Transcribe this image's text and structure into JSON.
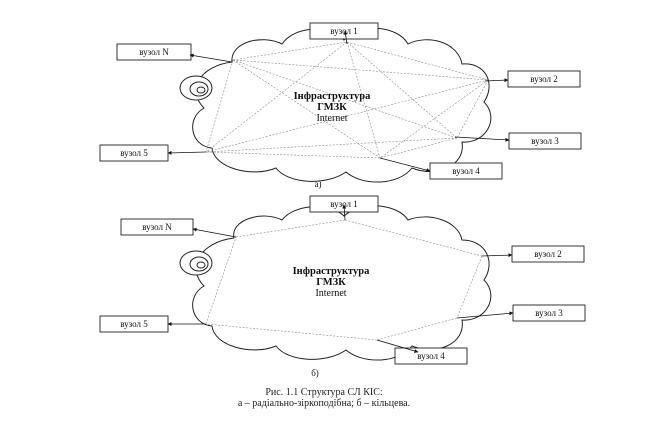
{
  "diagrams": [
    {
      "id": "a",
      "sublabel": "а)",
      "cloud_text": [
        "Інфраструктура",
        "ГМЗК",
        "Internet"
      ],
      "nodes": [
        {
          "key": "n1",
          "label": "вузол  1"
        },
        {
          "key": "nN",
          "label": "вузол  N"
        },
        {
          "key": "n2",
          "label": "вузол 2"
        },
        {
          "key": "n3",
          "label": "вузол 3"
        },
        {
          "key": "n4",
          "label": "вузол  4"
        },
        {
          "key": "n5",
          "label": "вузол 5"
        }
      ]
    },
    {
      "id": "b",
      "sublabel": "б)",
      "cloud_text": [
        "Інфраструктура",
        "ГМЗК",
        "Internet"
      ],
      "nodes": [
        {
          "key": "n1",
          "label": "вузол  1"
        },
        {
          "key": "nN",
          "label": "вузол  N"
        },
        {
          "key": "n2",
          "label": "вузол 2"
        },
        {
          "key": "n3",
          "label": "вузол 3"
        },
        {
          "key": "n4",
          "label": "вузол  4"
        },
        {
          "key": "n5",
          "label": "вузол 5"
        }
      ]
    }
  ],
  "caption": {
    "line1": "Рис. 1.1     Структура   СЛ КІС:",
    "line2": "а – радіально-зіркоподібна;     б – кільцева."
  }
}
